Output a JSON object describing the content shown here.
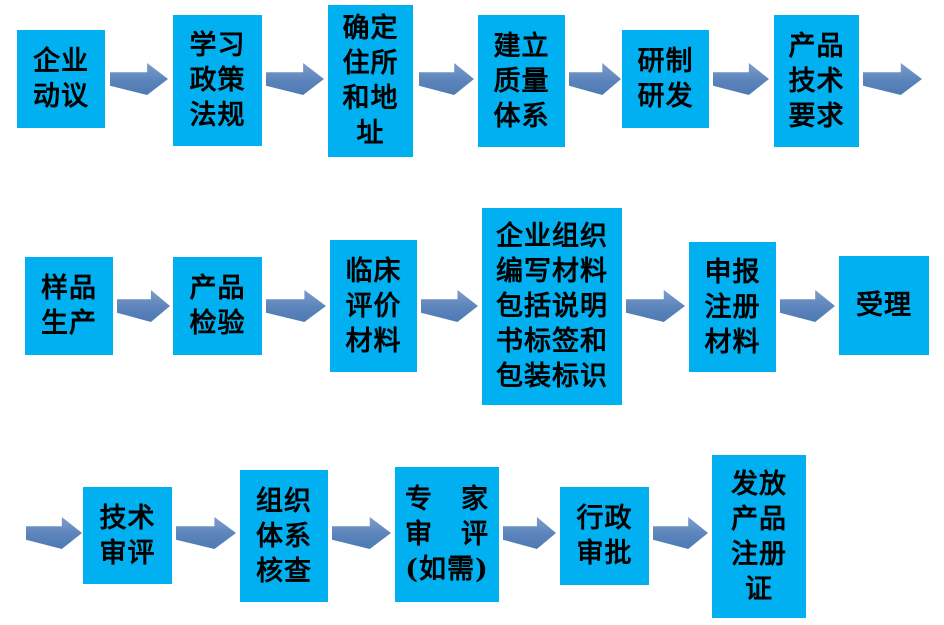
{
  "colors": {
    "background": "#ffffff",
    "box": "#00b0f0",
    "text": "#000000",
    "arrow_light": "#7f9dcb",
    "arrow_mid": "#5b84bb",
    "arrow_dark": "#4e79b2"
  },
  "flow": {
    "rows": [
      {
        "steps": [
          {
            "label": "企业\n动议"
          },
          {
            "label": "学习\n政策\n法规"
          },
          {
            "label": "确定\n住所\n和地\n址"
          },
          {
            "label": "建立\n质量\n体系"
          },
          {
            "label": "研制\n研发"
          },
          {
            "label": "产品\n技术\n要求"
          }
        ]
      },
      {
        "steps": [
          {
            "label": "样品\n生产"
          },
          {
            "label": "产品\n检验"
          },
          {
            "label": "临床\n评价\n材料"
          },
          {
            "label": "企业组织\n编写材料\n包括说明\n书标签和\n包装标识"
          },
          {
            "label": "申报\n注册\n材料"
          },
          {
            "label": "受理"
          }
        ]
      },
      {
        "steps": [
          {
            "label": "技术\n审评"
          },
          {
            "label": "组织\n体系\n核查"
          },
          {
            "label": "专　家\n审　评\n(如需)"
          },
          {
            "label": "行政\n审批"
          },
          {
            "label": "发放\n产品\n注册\n证"
          }
        ]
      }
    ]
  }
}
